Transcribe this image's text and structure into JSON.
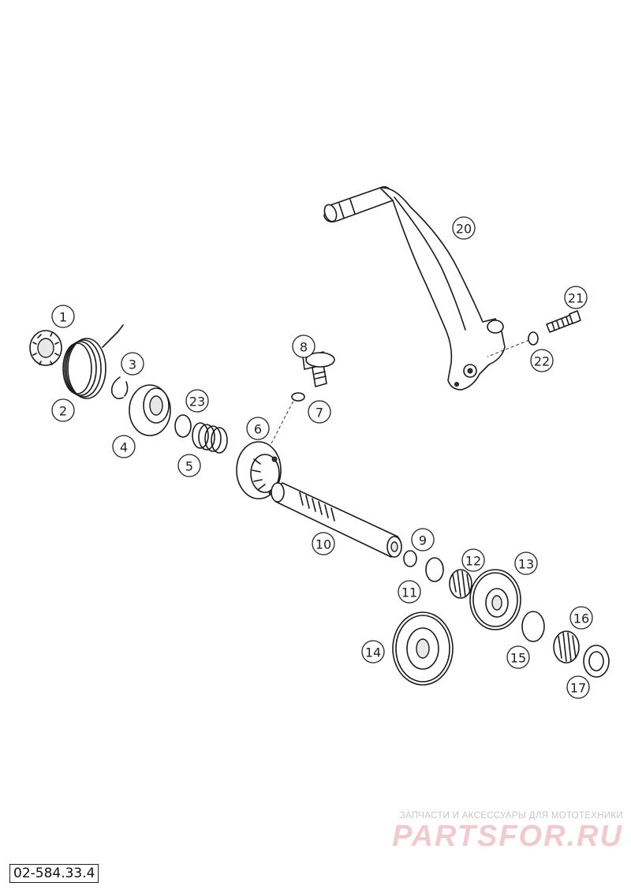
{
  "diagram": {
    "callouts": [
      {
        "id": "1",
        "label": "1"
      },
      {
        "id": "2",
        "label": "2"
      },
      {
        "id": "3",
        "label": "3"
      },
      {
        "id": "4",
        "label": "4"
      },
      {
        "id": "5",
        "label": "5"
      },
      {
        "id": "6",
        "label": "6"
      },
      {
        "id": "7",
        "label": "7"
      },
      {
        "id": "8",
        "label": "8"
      },
      {
        "id": "9",
        "label": "9"
      },
      {
        "id": "10",
        "label": "10"
      },
      {
        "id": "11",
        "label": "11"
      },
      {
        "id": "12",
        "label": "12"
      },
      {
        "id": "13",
        "label": "13"
      },
      {
        "id": "14",
        "label": "14"
      },
      {
        "id": "15",
        "label": "15"
      },
      {
        "id": "16",
        "label": "16"
      },
      {
        "id": "17",
        "label": "17"
      },
      {
        "id": "20",
        "label": "20"
      },
      {
        "id": "21",
        "label": "21"
      },
      {
        "id": "22",
        "label": "22"
      },
      {
        "id": "23",
        "label": "23"
      }
    ]
  },
  "reference_code": "02-584.33.4",
  "watermark": {
    "tagline": "ЗАПЧАСТИ И АКСЕССУАРЫ ДЛЯ МОТОТЕХНИКИ",
    "logo": "PARTSFOR.RU"
  }
}
